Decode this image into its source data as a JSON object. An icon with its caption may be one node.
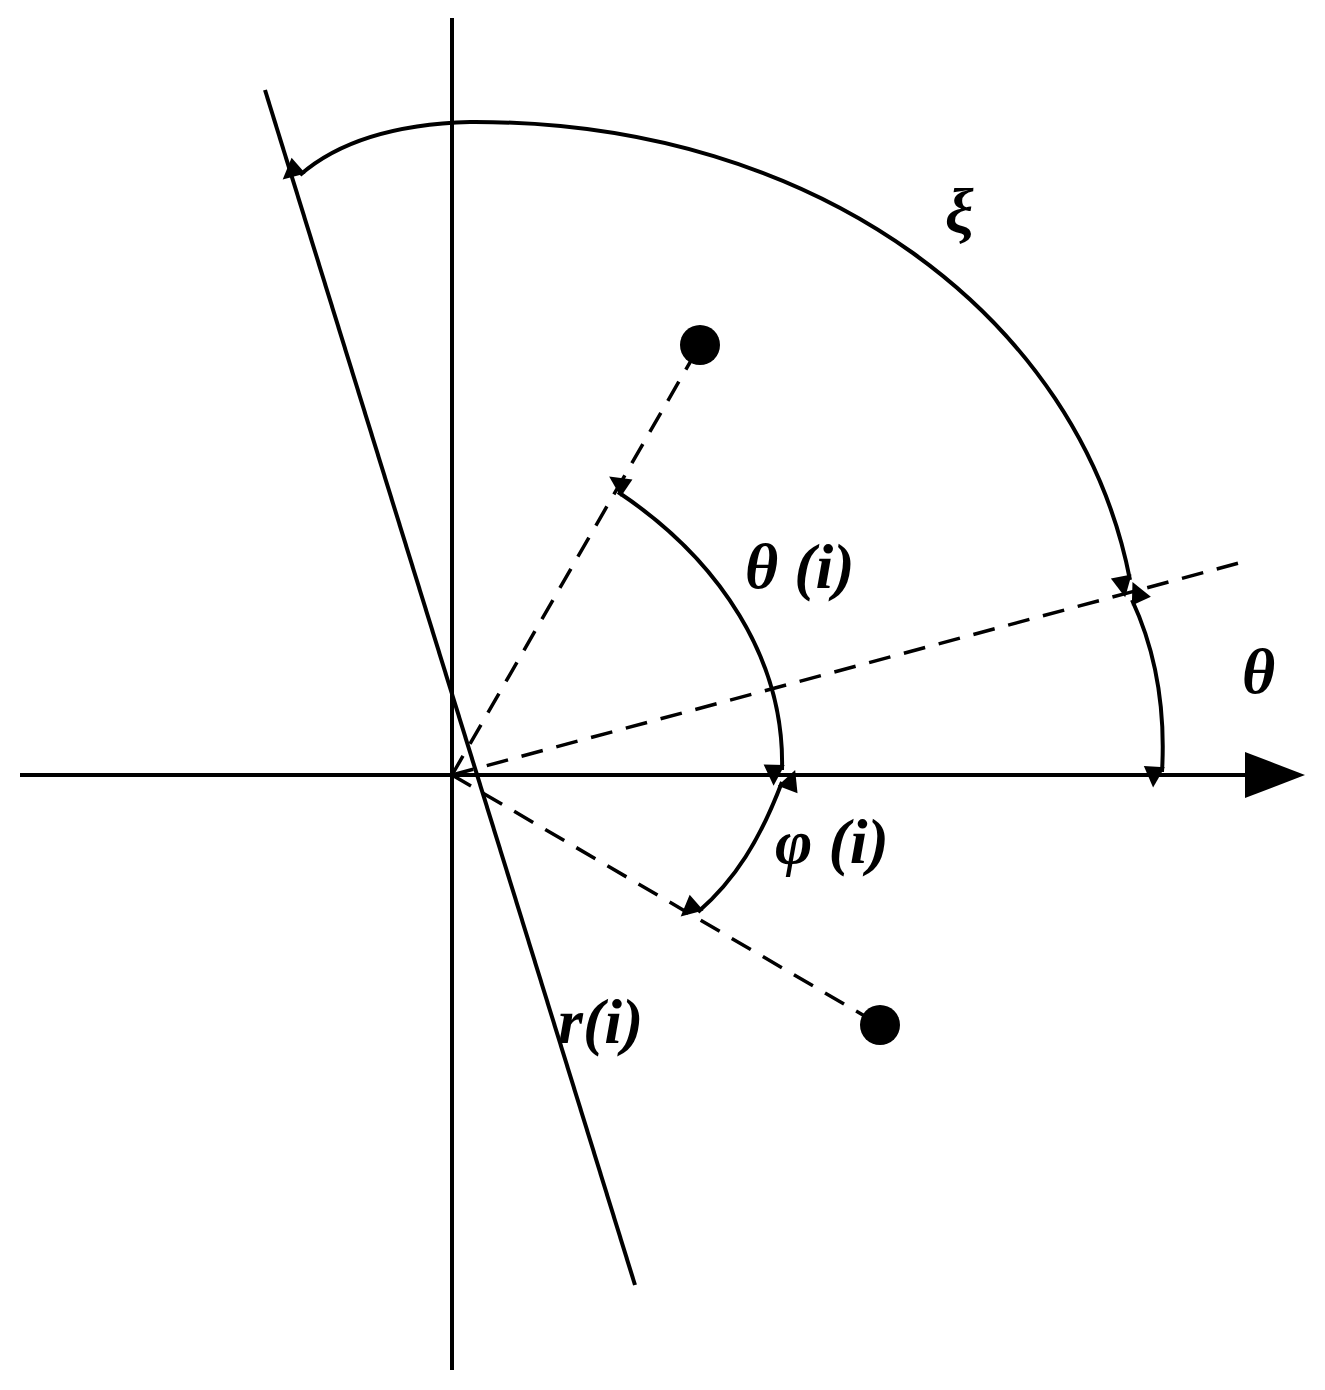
{
  "diagram": {
    "labels": [
      "ξ",
      "θ (i)",
      "θ",
      "φ (i)",
      "r(i)"
    ]
  }
}
